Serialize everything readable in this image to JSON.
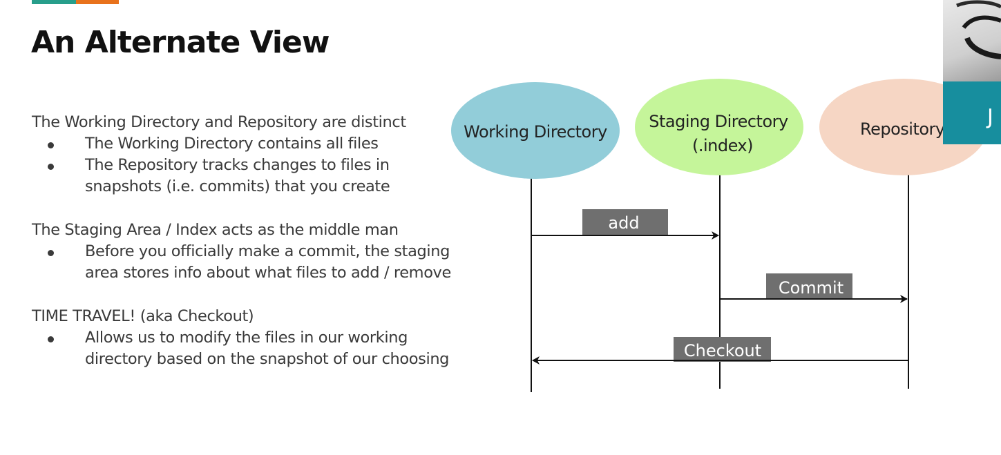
{
  "colors": {
    "accent_teal": "#279e8b",
    "accent_orange": "#e8721c",
    "working_directory": "#92cdd9",
    "staging_directory": "#c5f59a",
    "repository": "#f6d6c4",
    "action_box": "#6f6f6f",
    "action_text": "#ffffff",
    "lines": "#111111"
  },
  "slide": {
    "title": "An Alternate View"
  },
  "content": {
    "sections": [
      {
        "heading": "The Working Directory and Repository are distinct",
        "bullets": [
          "The Working Directory contains all files",
          "The Repository tracks changes to files in snapshots (i.e. commits) that you create"
        ]
      },
      {
        "heading": "The Staging Area / Index acts as the middle man",
        "bullets": [
          "Before you officially make a commit, the staging area stores info about what files to add / remove"
        ]
      },
      {
        "heading": "TIME TRAVEL! (aka Checkout)",
        "bullets": [
          "Allows us to modify the files in our working directory based on the snapshot of our choosing"
        ]
      }
    ]
  },
  "diagram": {
    "nodes": [
      {
        "id": "working",
        "line1": "Working Directory",
        "line2": ""
      },
      {
        "id": "staging",
        "line1": "Staging Directory",
        "line2": "(.index)"
      },
      {
        "id": "repository",
        "line1": "Repository",
        "line2": ""
      }
    ],
    "actions": [
      {
        "label": "add",
        "from": "working",
        "to": "staging"
      },
      {
        "label": "Commit",
        "from": "staging",
        "to": "repository"
      },
      {
        "label": "Checkout",
        "from": "repository",
        "to": "working"
      }
    ]
  },
  "webcam": {
    "overlay_letter": "J"
  }
}
